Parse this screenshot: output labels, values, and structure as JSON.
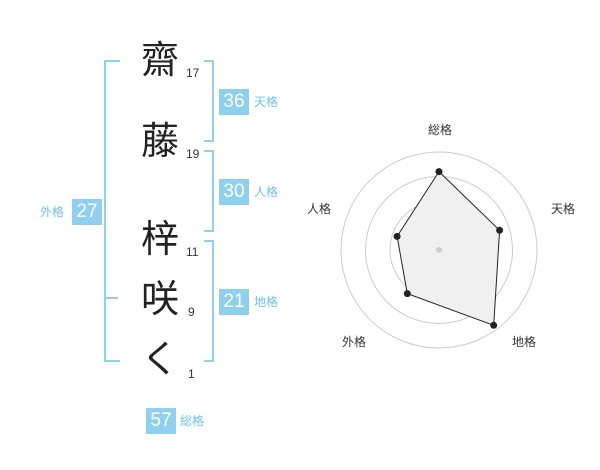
{
  "name": {
    "characters": [
      {
        "char": "齋",
        "strokes": "17"
      },
      {
        "char": "藤",
        "strokes": "19"
      },
      {
        "char": "梓",
        "strokes": "11"
      },
      {
        "char": "咲",
        "strokes": "9"
      },
      {
        "char": "く",
        "strokes": "1"
      }
    ]
  },
  "fortune": {
    "tenkaku": {
      "value": "36",
      "label": "天格"
    },
    "jinkaku": {
      "value": "30",
      "label": "人格"
    },
    "chikaku": {
      "value": "21",
      "label": "地格"
    },
    "gaikaku": {
      "value": "27",
      "label": "外格"
    },
    "soukaku": {
      "value": "57",
      "label": "総格"
    }
  },
  "colors": {
    "accent": "#8fd0ef",
    "label_text": "#6fc2e9",
    "radar_fill": "#f0f0f0",
    "radar_stroke": "#222222",
    "ring": "#cccccc"
  },
  "chart_data": {
    "type": "radar",
    "axes": [
      "総格",
      "天格",
      "地格",
      "外格",
      "人格"
    ],
    "values": [
      0.8,
      0.65,
      0.95,
      0.55,
      0.45
    ],
    "rings": 4
  }
}
